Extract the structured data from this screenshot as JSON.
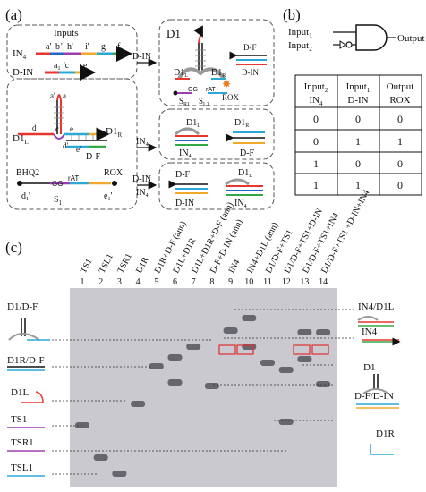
{
  "panels": {
    "a": "(a)",
    "b": "(b)",
    "c": "(c)"
  },
  "panel_a": {
    "inputs_title": "Inputs",
    "in4_label": "IN",
    "in4_sub": "4",
    "in4_domains": [
      "a'",
      "b",
      "'",
      "h'",
      "i'",
      "g",
      "f"
    ],
    "din_label": "D-IN",
    "din_domains": [
      "a",
      "'c",
      "e"
    ],
    "d1_left_label": "D1",
    "d1_left_sub": "L",
    "d1_right_label": "D1",
    "d1_right_sub": "R",
    "df_label": "D-F",
    "domain_letters": [
      "a",
      "a'",
      "d",
      "c",
      "e",
      "b",
      "d'",
      "c'",
      "e'"
    ],
    "bhq2": "BHQ2",
    "rox": "ROX",
    "rat": "rAT",
    "gg": "GG",
    "d1prime": "d",
    "s1": "S",
    "e1prime": "e",
    "sub_1": "1",
    "arrow_din": "D-IN",
    "arrow_in4": "IN",
    "arrow_din_in4_a": "D-IN",
    "arrow_din_in4_b": "IN",
    "result_title": "D1",
    "sr1": "S",
    "sr1_sub": "R1",
    "sl1": "S",
    "sl1_sub": "L1",
    "din_short": "D-IN",
    "df_short": "D-F"
  },
  "panel_b": {
    "input1": "Input",
    "input2": "Input",
    "output": "Output",
    "table_headers": [
      {
        "main": "Input",
        "sub": "2",
        "row2": "IN",
        "row2sub": "4"
      },
      {
        "main": "Input",
        "sub": "1",
        "row2": "D-IN",
        "row2sub": ""
      },
      {
        "main": "Output",
        "sub": "",
        "row2": "ROX",
        "row2sub": ""
      }
    ],
    "table_rows": [
      [
        "0",
        "0",
        "0"
      ],
      [
        "0",
        "1",
        "1"
      ],
      [
        "1",
        "0",
        "0"
      ],
      [
        "1",
        "1",
        "0"
      ]
    ]
  },
  "panel_c": {
    "lane_numbers": [
      "1",
      "2",
      "3",
      "4",
      "5",
      "6",
      "7",
      "8",
      "9",
      "10",
      "11",
      "12",
      "13",
      "14"
    ],
    "lane_labels": [
      "TS1",
      "TSL1",
      "TSR1",
      "D1R",
      "D1R+D-F (ann)",
      "D1L+D1R",
      "D1L+D1R+D-F (ann)",
      "D-F+D-IN (ann)",
      "IN4",
      "IN4+D1L (ann)",
      "D1/D-F+TS1",
      "D1/D-F+TS1+D-IN",
      "D1/D-F+TS1+IN4",
      "D1/D-F+TS1 +D-IN+IN4"
    ],
    "left_labels": [
      "D1/D-F",
      "D1R/D-F",
      "D1L",
      "TS1",
      "TSR1",
      "TSL1"
    ],
    "right_labels": [
      "IN4/D1L",
      "IN4",
      "D1",
      "D-F/D-IN",
      "D1R"
    ]
  },
  "colors": {
    "in4_a": "#e8362e",
    "in4_b": "#2266c8",
    "in4_c": "#9b3fb0",
    "in4_d": "#f2a92a",
    "in4_e": "#2aa8d6",
    "in4_f": "#35a846",
    "gel_bg": "#c9c9cf",
    "highlight_box": "#e03030",
    "rox_star": "#f07a1a"
  }
}
